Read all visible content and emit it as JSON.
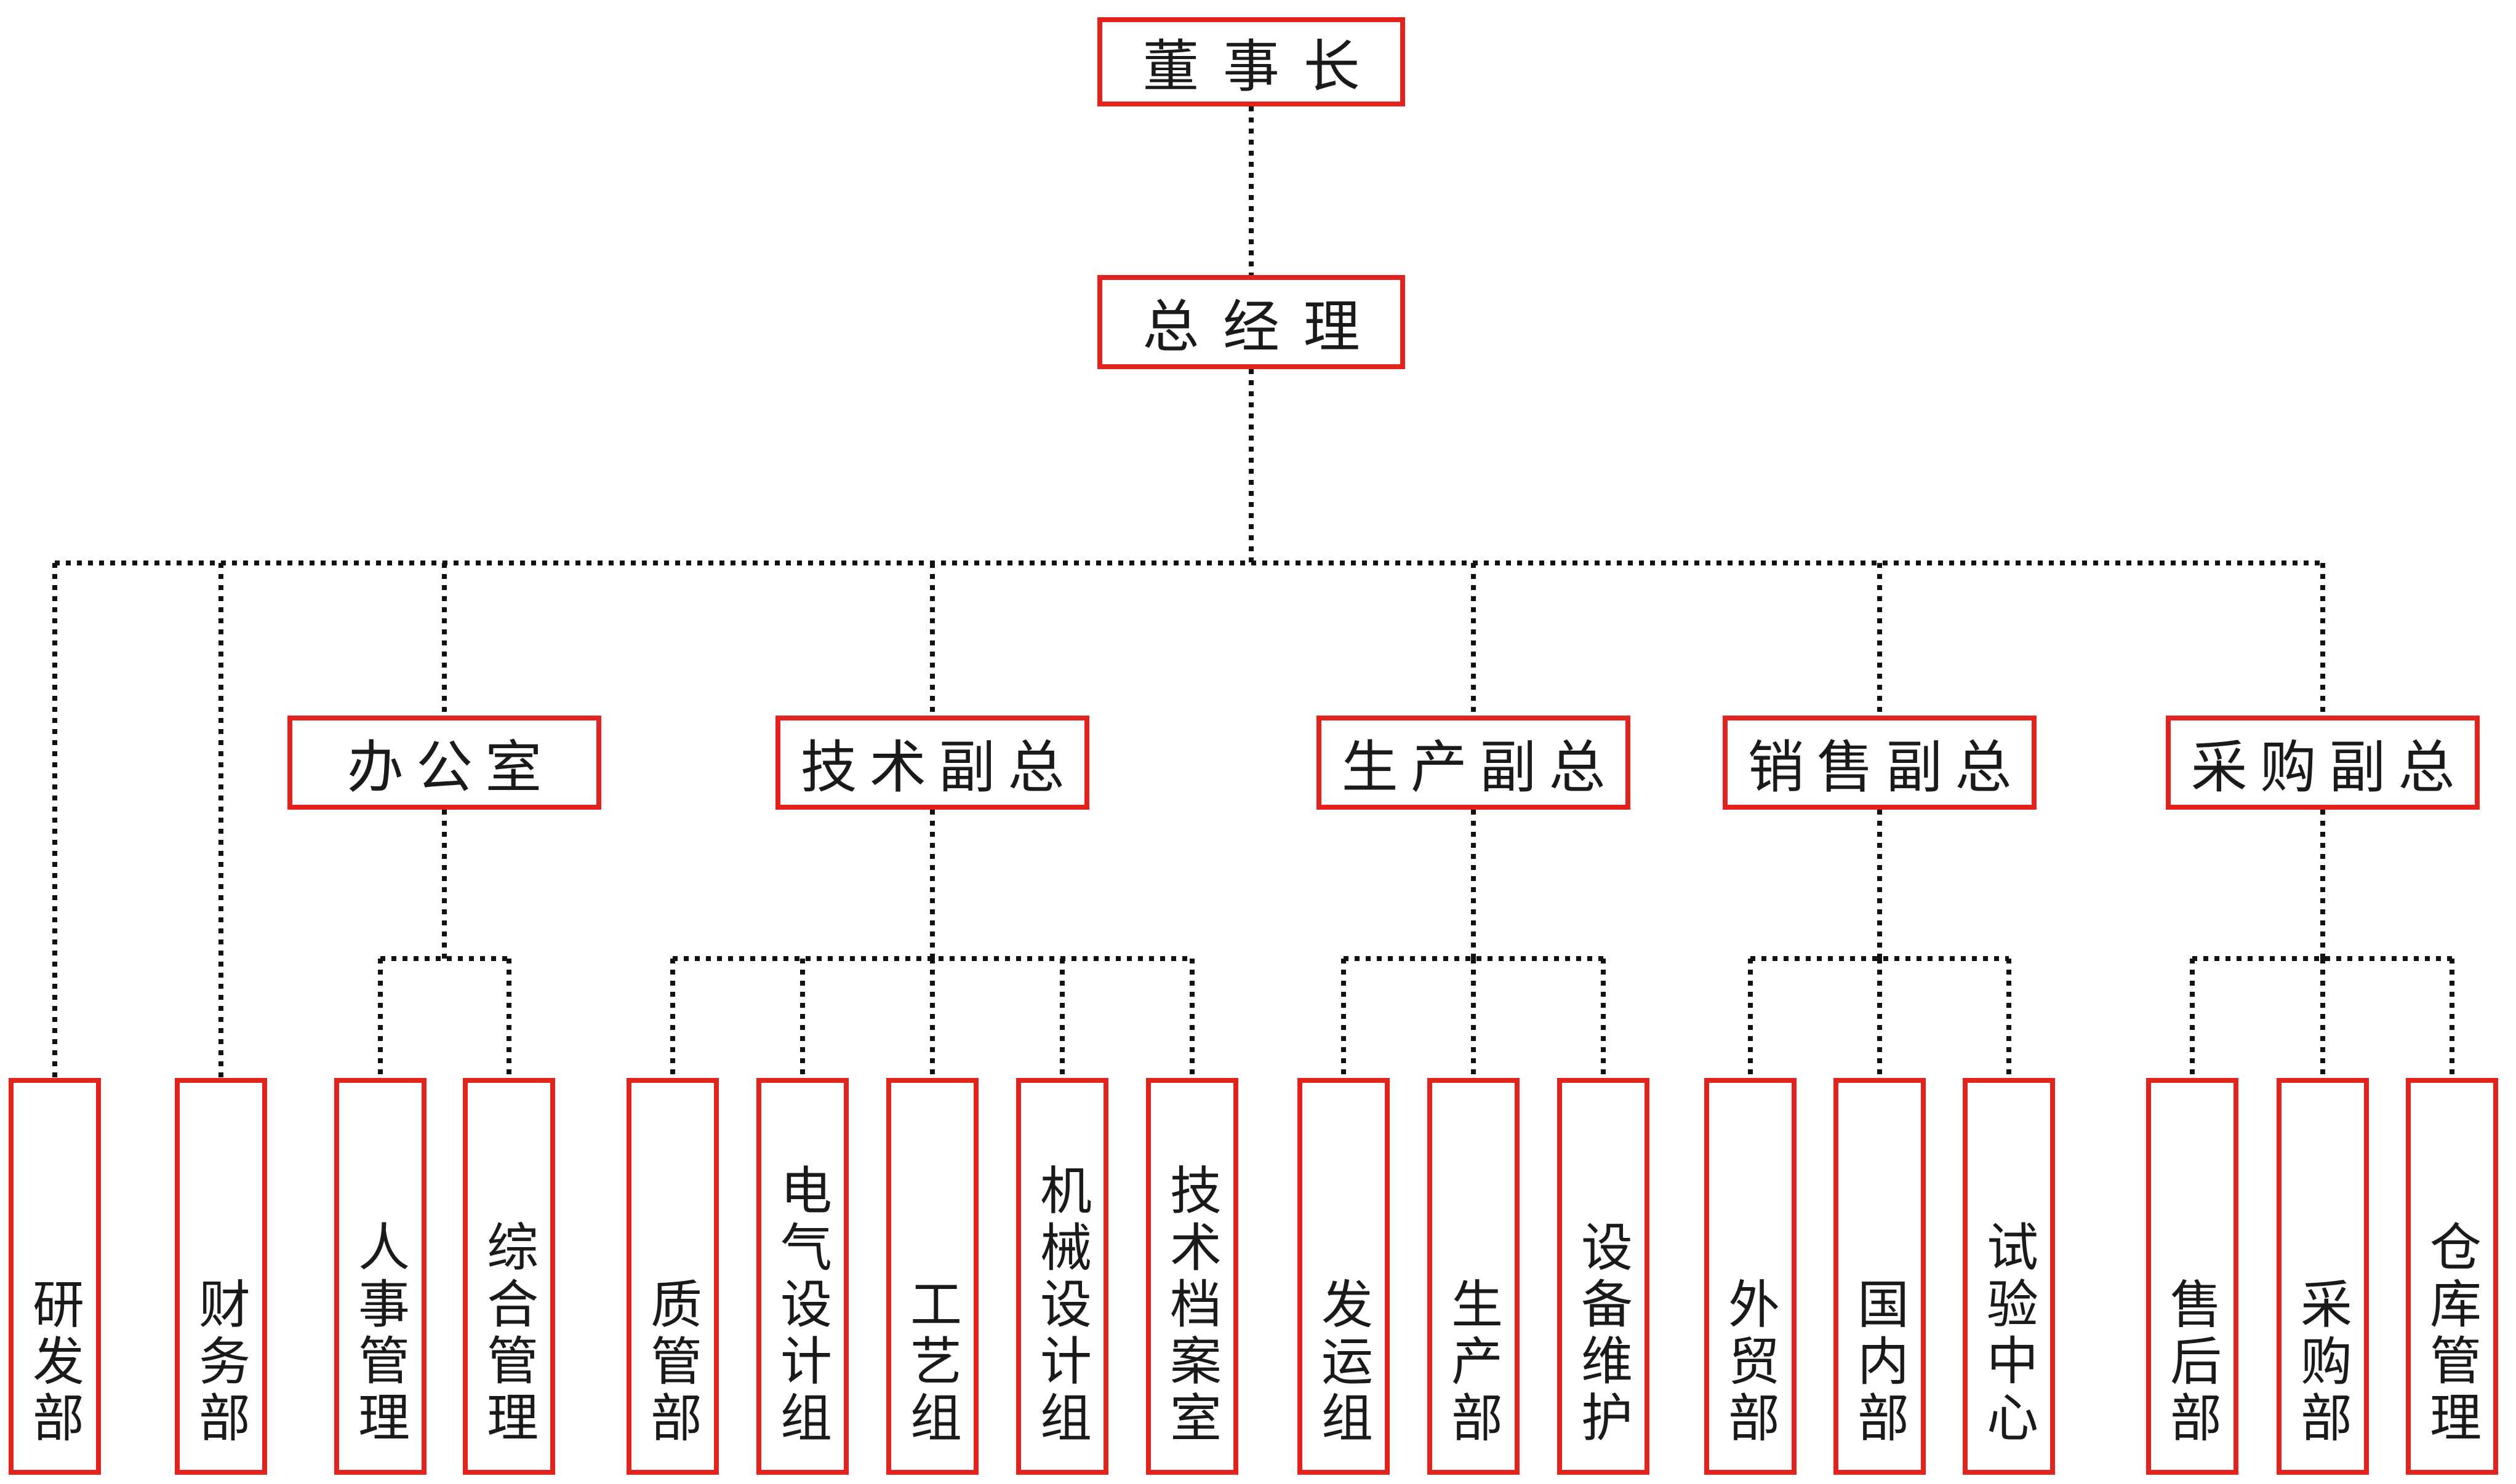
{
  "colors": {
    "box_border": "#e2231d",
    "connector_line": "#111111",
    "text": "#1a1a1a",
    "background": "#ffffff"
  },
  "nodes": {
    "chairman": {
      "label": "董事长"
    },
    "general_manager": {
      "label": "总经理"
    },
    "vps": [
      {
        "id": "office",
        "label": "办公室"
      },
      {
        "id": "tech-vp",
        "label": "技术副总"
      },
      {
        "id": "production-vp",
        "label": "生产副总"
      },
      {
        "id": "sales-vp",
        "label": "销售副总"
      },
      {
        "id": "procurement-vp",
        "label": "采购副总"
      }
    ],
    "departments": [
      {
        "id": "rd-dept",
        "label": "研发部",
        "parent": "general_manager"
      },
      {
        "id": "finance-dept",
        "label": "财务部",
        "parent": "general_manager"
      },
      {
        "id": "hr-mgmt",
        "label": "人事管理",
        "parent": "office"
      },
      {
        "id": "general-mgmt",
        "label": "综合管理",
        "parent": "office"
      },
      {
        "id": "qc-dept",
        "label": "质管部",
        "parent": "tech-vp"
      },
      {
        "id": "electrical-design-group",
        "label": "电气设计组",
        "parent": "tech-vp"
      },
      {
        "id": "process-group",
        "label": "工艺组",
        "parent": "tech-vp"
      },
      {
        "id": "mechanical-design-group",
        "label": "机械设计组",
        "parent": "tech-vp"
      },
      {
        "id": "tech-archives",
        "label": "技术档案室",
        "parent": "tech-vp"
      },
      {
        "id": "shipping-group",
        "label": "发运组",
        "parent": "production-vp"
      },
      {
        "id": "production-dept",
        "label": "生产部",
        "parent": "production-vp"
      },
      {
        "id": "equipment-maintenance",
        "label": "设备维护",
        "parent": "production-vp"
      },
      {
        "id": "foreign-trade-dept",
        "label": "外贸部",
        "parent": "sales-vp"
      },
      {
        "id": "domestic-dept",
        "label": "国内部",
        "parent": "sales-vp"
      },
      {
        "id": "test-center",
        "label": "试验中心",
        "parent": "sales-vp"
      },
      {
        "id": "after-sales-dept",
        "label": "售后部",
        "parent": "procurement-vp"
      },
      {
        "id": "purchasing-dept",
        "label": "采购部",
        "parent": "procurement-vp"
      },
      {
        "id": "warehouse-mgmt",
        "label": "仓库管理",
        "parent": "procurement-vp"
      }
    ]
  }
}
